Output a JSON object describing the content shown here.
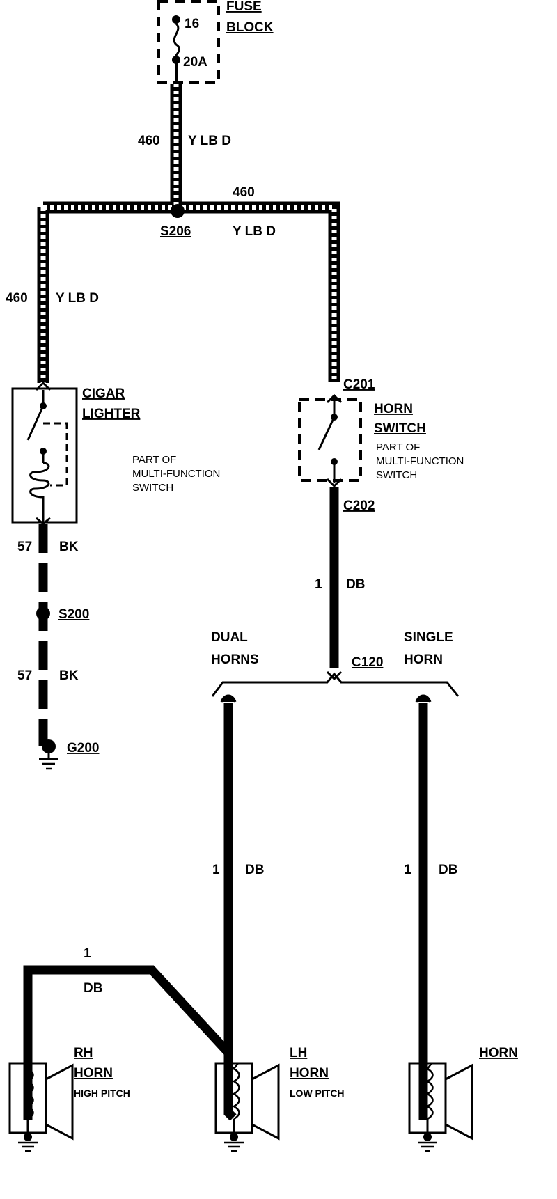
{
  "fuse_block": {
    "label_line1": "FUSE",
    "label_line2": "BLOCK",
    "fuse_number": "16",
    "rating": "20A"
  },
  "wires": {
    "w460_fuse": {
      "circuit": "460",
      "color": "Y LB D"
    },
    "w460_right": {
      "circuit": "460",
      "color": "Y LB D"
    },
    "w460_left": {
      "circuit": "460",
      "color": "Y LB D"
    },
    "w57_upper": {
      "circuit": "57",
      "color": "BK"
    },
    "w57_lower": {
      "circuit": "57",
      "color": "BK"
    },
    "w1_switch": {
      "circuit": "1",
      "color": "DB"
    },
    "w1_lh": {
      "circuit": "1",
      "color": "DB"
    },
    "w1_single": {
      "circuit": "1",
      "color": "DB"
    },
    "w1_rh": {
      "circuit": "1",
      "color": "DB"
    }
  },
  "splices": {
    "s206": "S206",
    "s200": "S200"
  },
  "ground": {
    "g200": "G200"
  },
  "connectors": {
    "c201": "C201",
    "c202": "C202",
    "c120": "C120"
  },
  "cigar_lighter": {
    "line1": "CIGAR",
    "line2": "LIGHTER"
  },
  "part_of_left": {
    "line1": "PART OF",
    "line2": "MULTI-FUNCTION",
    "line3": "SWITCH"
  },
  "horn_switch": {
    "line1": "HORN",
    "line2": "SWITCH",
    "note1": "PART OF",
    "note2": "MULTI-FUNCTION",
    "note3": "SWITCH"
  },
  "options": {
    "dual_line1": "DUAL",
    "dual_line2": "HORNS",
    "single_line1": "SINGLE",
    "single_line2": "HORN"
  },
  "horns": {
    "rh": {
      "line1": "RH",
      "line2": "HORN",
      "pitch": "HIGH PITCH"
    },
    "lh": {
      "line1": "LH",
      "line2": "HORN",
      "pitch": "LOW PITCH"
    },
    "single": {
      "line1": "HORN"
    }
  }
}
